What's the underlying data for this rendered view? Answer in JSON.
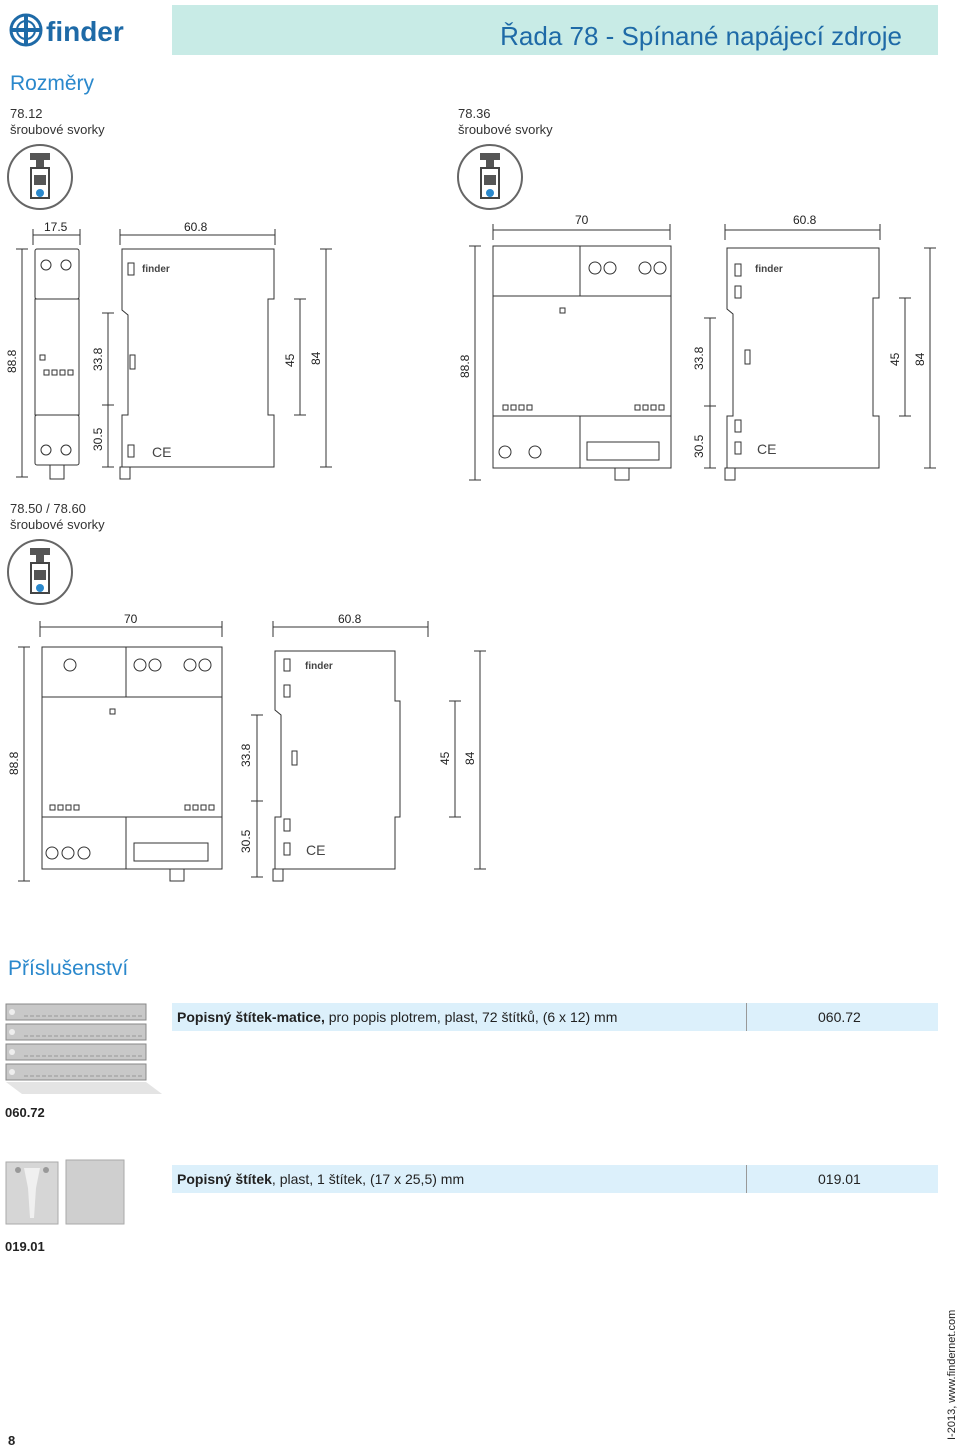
{
  "header": {
    "brand": "finder",
    "title": "Řada 78 - Spínané napájecí zdroje",
    "colors": {
      "bar": "#c8ebe6",
      "title": "#1e6aa7",
      "accent": "#2a88cc"
    }
  },
  "dimensions": {
    "heading": "Rozměry",
    "block1": {
      "model": "78.12",
      "terminals": "šroubové svorky",
      "icon": "screw-terminal-icon",
      "dims": {
        "width_front": "17.5",
        "width_side": "60.8",
        "height": "88.8",
        "h338": "33.8",
        "h305": "30.5",
        "h45": "45",
        "h84": "84"
      }
    },
    "block2": {
      "model": "78.36",
      "terminals": "šroubové svorky",
      "icon": "screw-terminal-icon",
      "dims": {
        "width_front": "70",
        "width_side": "60.8",
        "height": "88.8",
        "h338": "33.8",
        "h305": "30.5",
        "h45": "45",
        "h84": "84"
      }
    },
    "block3": {
      "model": "78.50 / 78.60",
      "terminals": "šroubové svorky",
      "icon": "screw-terminal-icon",
      "dims": {
        "width_front": "70",
        "width_side": "60.8",
        "height": "88.8",
        "h338": "33.8",
        "h305": "30.5",
        "h45": "45",
        "h84": "84"
      }
    },
    "device_logo": "finder"
  },
  "accessories": {
    "heading": "Příslušenství",
    "items": [
      {
        "name_bold": "Popisný štítek-matice,",
        "description": " pro popis plotrem, plast, 72 štítků, (6 x 12) mm",
        "code": "060.72",
        "caption": "060.72"
      },
      {
        "name_bold": "Popisný štítek",
        "description": ", plast, 1 štítek, (17 x 25,5) mm",
        "code": "019.01",
        "caption": "019.01"
      }
    ]
  },
  "footer": {
    "page_number": "8",
    "side_text": "I-2013, www.findernet.com"
  }
}
